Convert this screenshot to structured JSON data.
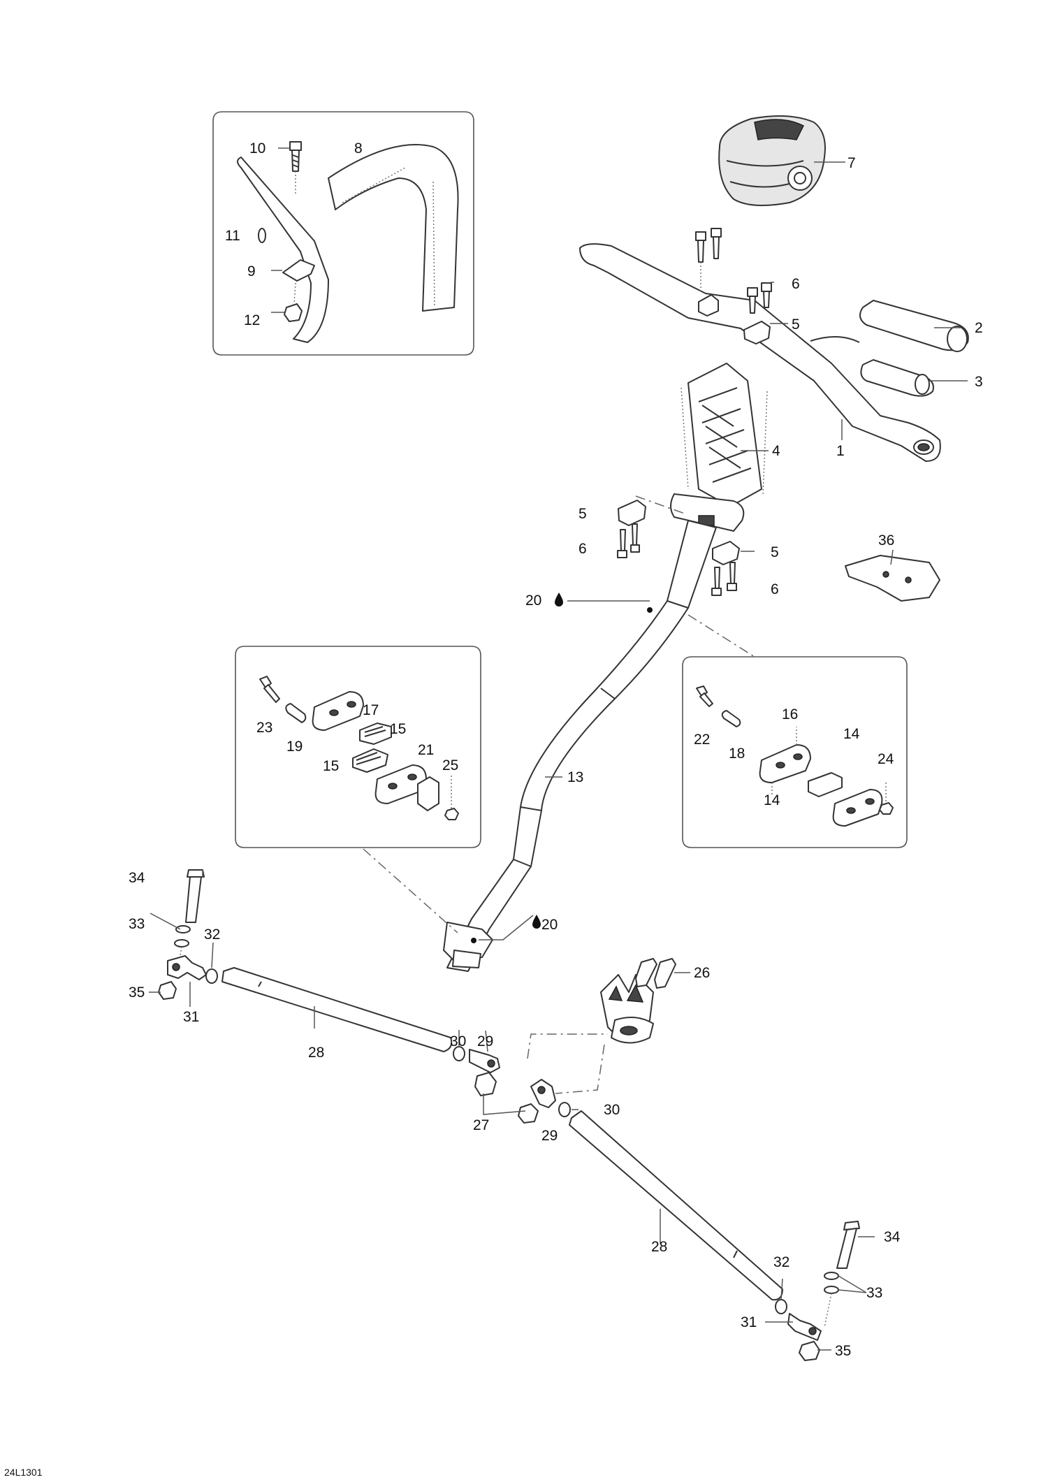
{
  "diagram_code": "24L1301",
  "callouts": {
    "c1": "1",
    "c2": "2",
    "c3": "3",
    "c4": "4",
    "c5a": "5",
    "c5b": "5",
    "c5c": "5",
    "c6a": "6",
    "c6b": "6",
    "c6c": "6",
    "c7": "7",
    "c8": "8",
    "c9": "9",
    "c10": "10",
    "c11": "11",
    "c12": "12",
    "c13": "13",
    "c14a": "14",
    "c14b": "14",
    "c15a": "15",
    "c15b": "15",
    "c16": "16",
    "c17": "17",
    "c18": "18",
    "c19": "19",
    "c20a": "20",
    "c20b": "20",
    "c21": "21",
    "c22": "22",
    "c23": "23",
    "c24": "24",
    "c25": "25",
    "c26": "26",
    "c27": "27",
    "c28a": "28",
    "c28b": "28",
    "c29a": "29",
    "c29b": "29",
    "c30a": "30",
    "c30b": "30",
    "c31a": "31",
    "c31b": "31",
    "c32a": "32",
    "c32b": "32",
    "c33a": "33",
    "c33b": "33",
    "c34a": "34",
    "c34b": "34",
    "c35a": "35",
    "c35b": "35",
    "c36": "36"
  },
  "symbols": {
    "lubricant": "drop-icon"
  }
}
